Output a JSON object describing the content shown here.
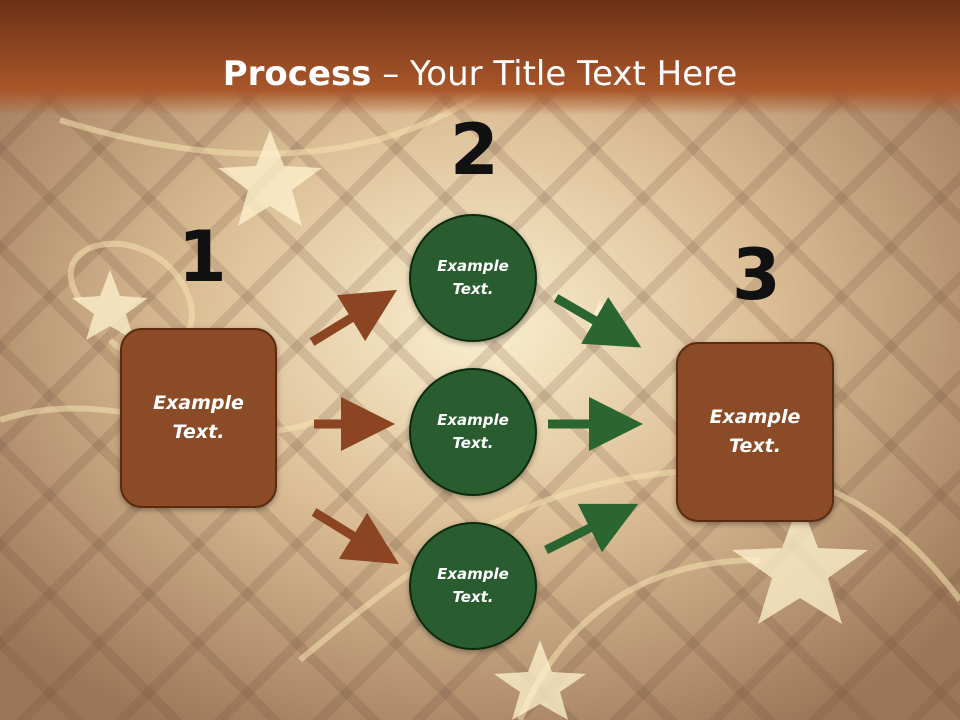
{
  "title": {
    "bold": "Process",
    "rest": " – Your Title Text Here"
  },
  "colors": {
    "header_top": "#6b3116",
    "header_bottom": "#a9562a",
    "box_fill": "#8b4b26",
    "circle_fill": "#295d30",
    "arrow_brown": "#8b4522",
    "arrow_green": "#2b6530",
    "bg_light": "#efdcb6",
    "bg_dark": "#a27c5c"
  },
  "steps": {
    "one": {
      "number": "1",
      "text": "Example\nText."
    },
    "two": {
      "number": "2",
      "items": [
        "Example\nText.",
        "Example\nText.",
        "Example\nText."
      ]
    },
    "three": {
      "number": "3",
      "text": "Example\nText."
    }
  }
}
